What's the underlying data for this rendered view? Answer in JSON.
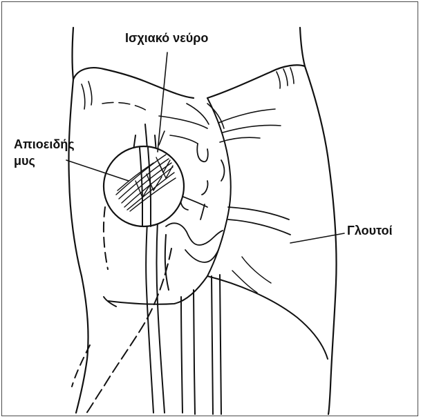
{
  "labels": {
    "sciatic_nerve": "Ισχιακό νεύρο",
    "piriformis_line1": "Απιοειδής",
    "piriformis_line2": "μυς",
    "gluteals": "Γλουτοί"
  },
  "colors": {
    "ink": "#111111",
    "frame": "#4a4a4a",
    "background": "#ffffff"
  }
}
